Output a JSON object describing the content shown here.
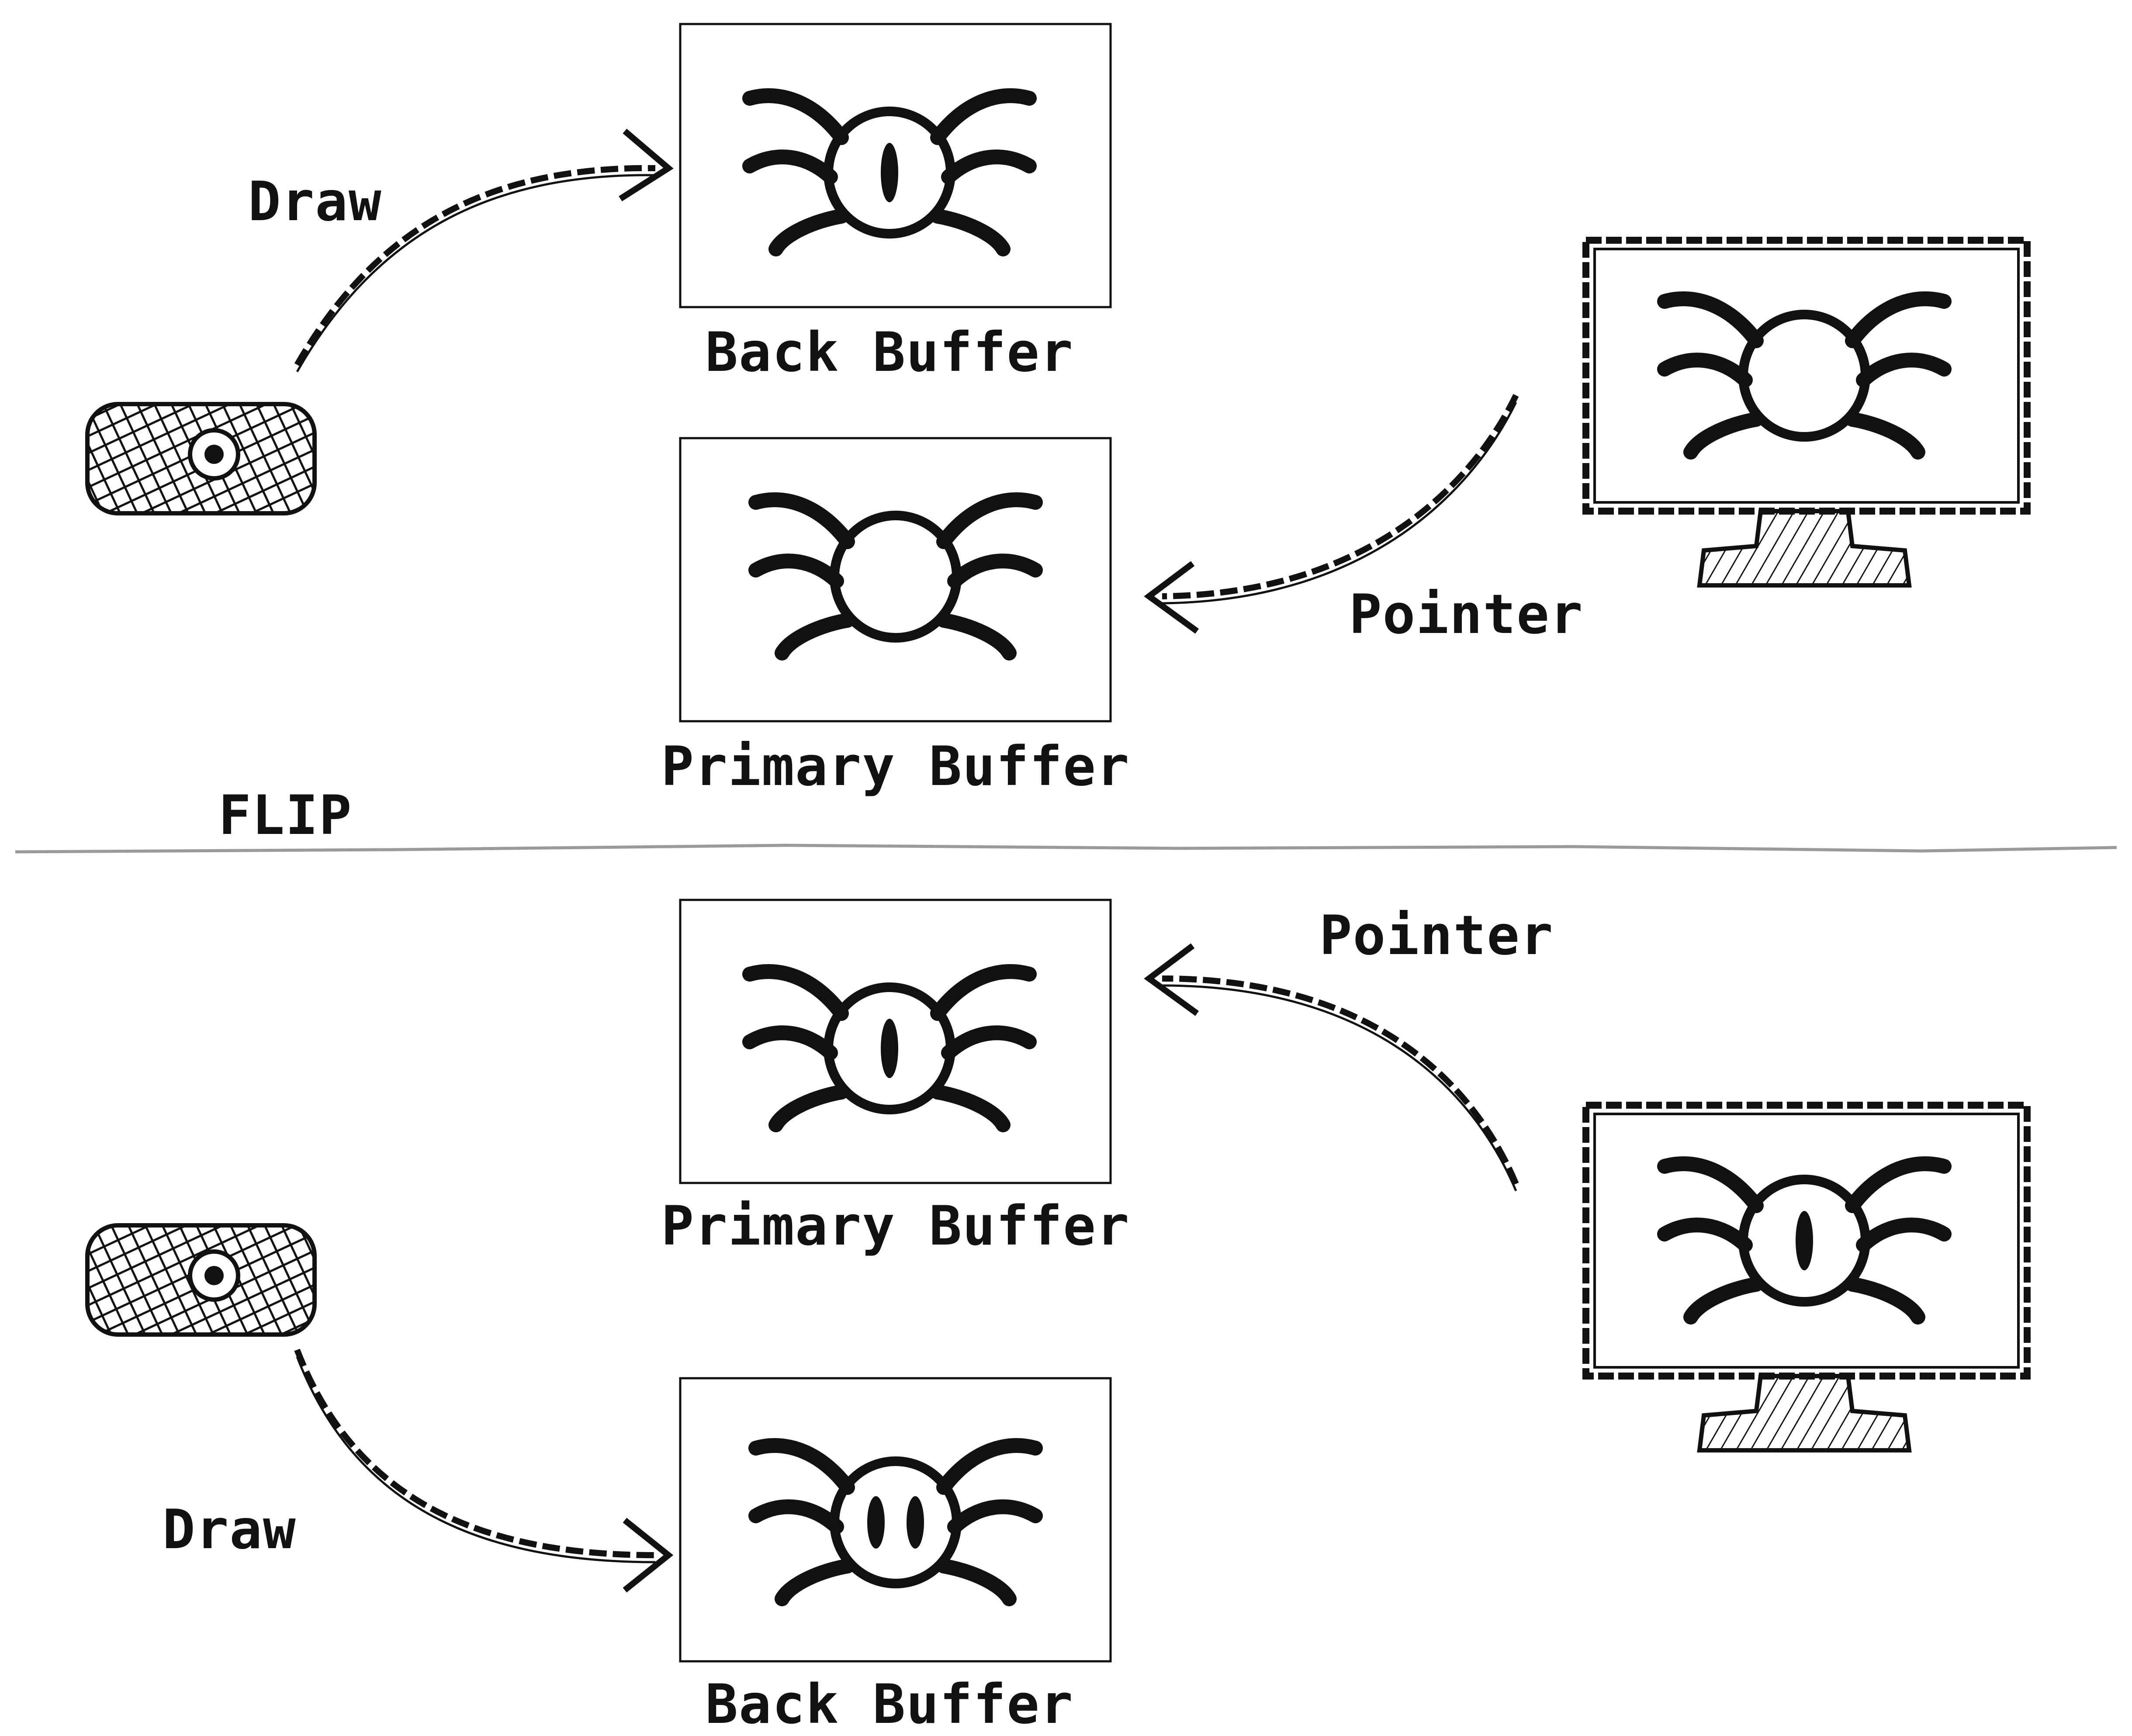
{
  "top_section": {
    "draw_label": "Draw",
    "back_buffer_label": "Back Buffer",
    "primary_buffer_label": "Primary Buffer",
    "pointer_label": "Pointer"
  },
  "divider": {
    "flip_label": "FLIP"
  },
  "bottom_section": {
    "pointer_label": "Pointer",
    "primary_buffer_label": "Primary Buffer",
    "draw_label": "Draw",
    "back_buffer_label": "Back Buffer"
  },
  "spiders": {
    "top_back_buffer": "one-eye",
    "top_primary_buffer": "no-eye",
    "top_monitor": "no-eye",
    "bottom_primary_buffer": "one-eye",
    "bottom_back_buffer": "two-eyes",
    "bottom_monitor": "one-eye"
  },
  "colors": {
    "ink": "#111111",
    "divider": "#9a9a9a",
    "background": "#ffffff"
  }
}
